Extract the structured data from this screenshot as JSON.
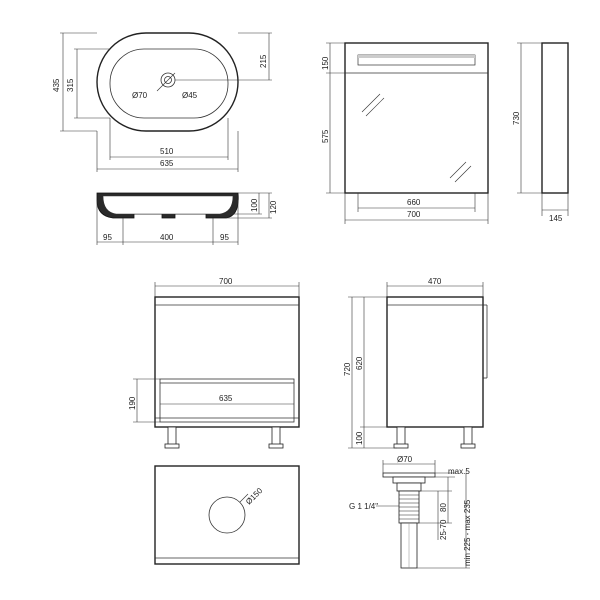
{
  "basin_top": {
    "outer_width": "635",
    "inner_width": "510",
    "outer_depth": "435",
    "inner_depth": "315",
    "drain_offset": "215",
    "overflow_dia": "Ø70",
    "drain_dia": "Ø45"
  },
  "basin_side": {
    "left_margin": "95",
    "center": "400",
    "right_margin": "95",
    "height_inner": "100",
    "height_outer": "120"
  },
  "mirror_front": {
    "top_band": "150",
    "glass_height": "575",
    "inner_width": "660",
    "outer_width": "700"
  },
  "mirror_side": {
    "height": "730",
    "depth": "145"
  },
  "cabinet_front": {
    "width": "700",
    "shelf_width": "635",
    "shelf_height": "190"
  },
  "cabinet_side": {
    "depth": "470",
    "total_height": "720",
    "body_height": "620",
    "leg_height": "100"
  },
  "cabinet_top": {
    "hole_dia": "Ø150"
  },
  "drain_detail": {
    "dia": "Ø70",
    "max": "max.5",
    "thread": "G 1 1/4\"",
    "h80": "80",
    "h2570": "25-70",
    "range": "min 225 - max 235"
  }
}
